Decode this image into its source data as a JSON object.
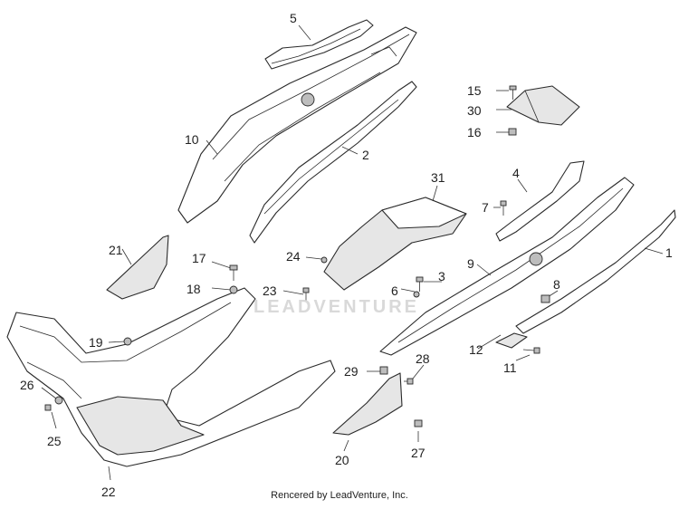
{
  "callouts": {
    "c1": "1",
    "c2": "2",
    "c3": "3",
    "c4": "4",
    "c5": "5",
    "c6": "6",
    "c7": "7",
    "c8": "8",
    "c9": "9",
    "c10": "10",
    "c11": "11",
    "c12": "12",
    "c15": "15",
    "c16": "16",
    "c17": "17",
    "c18": "18",
    "c19": "19",
    "c20": "20",
    "c21": "21",
    "c22": "22",
    "c23": "23",
    "c24": "24",
    "c25": "25",
    "c26": "26",
    "c27": "27",
    "c28": "28",
    "c29": "29",
    "c30": "30",
    "c31": "31"
  },
  "watermark": "LEADVENTURE",
  "credit": "Rencered by LeadVenture, Inc."
}
